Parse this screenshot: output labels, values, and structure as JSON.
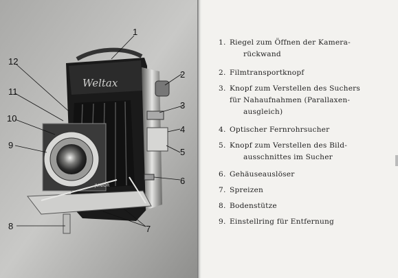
{
  "brand": "Weltax",
  "lens_label": "JUNIOR",
  "callouts": [
    "1",
    "2",
    "3",
    "4",
    "5",
    "6",
    "7",
    "8",
    "9",
    "10",
    "11",
    "12"
  ],
  "legend": [
    {
      "num": "1.",
      "lines": [
        "Riegel zum Öffnen der Kamera-",
        "rückwand"
      ]
    },
    {
      "num": "2.",
      "lines": [
        "Filmtransportknopf"
      ]
    },
    {
      "num": "3.",
      "lines": [
        "Knopf zum Verstellen des Suchers",
        "für Nahaufnahmen (Parallaxen-",
        "ausgleich)"
      ]
    },
    {
      "num": "4.",
      "lines": [
        "Optischer Fernrohrsucher"
      ]
    },
    {
      "num": "5.",
      "lines": [
        "Knopf zum Verstellen des Bild-",
        "ausschnittes im Sucher"
      ]
    },
    {
      "num": "6.",
      "lines": [
        "Gehäuseauslöser"
      ]
    },
    {
      "num": "7.",
      "lines": [
        "Spreizen"
      ]
    },
    {
      "num": "8.",
      "lines": [
        "Bodenstütze"
      ]
    },
    {
      "num": "9.",
      "lines": [
        "Einstellring für Entfernung"
      ]
    }
  ]
}
